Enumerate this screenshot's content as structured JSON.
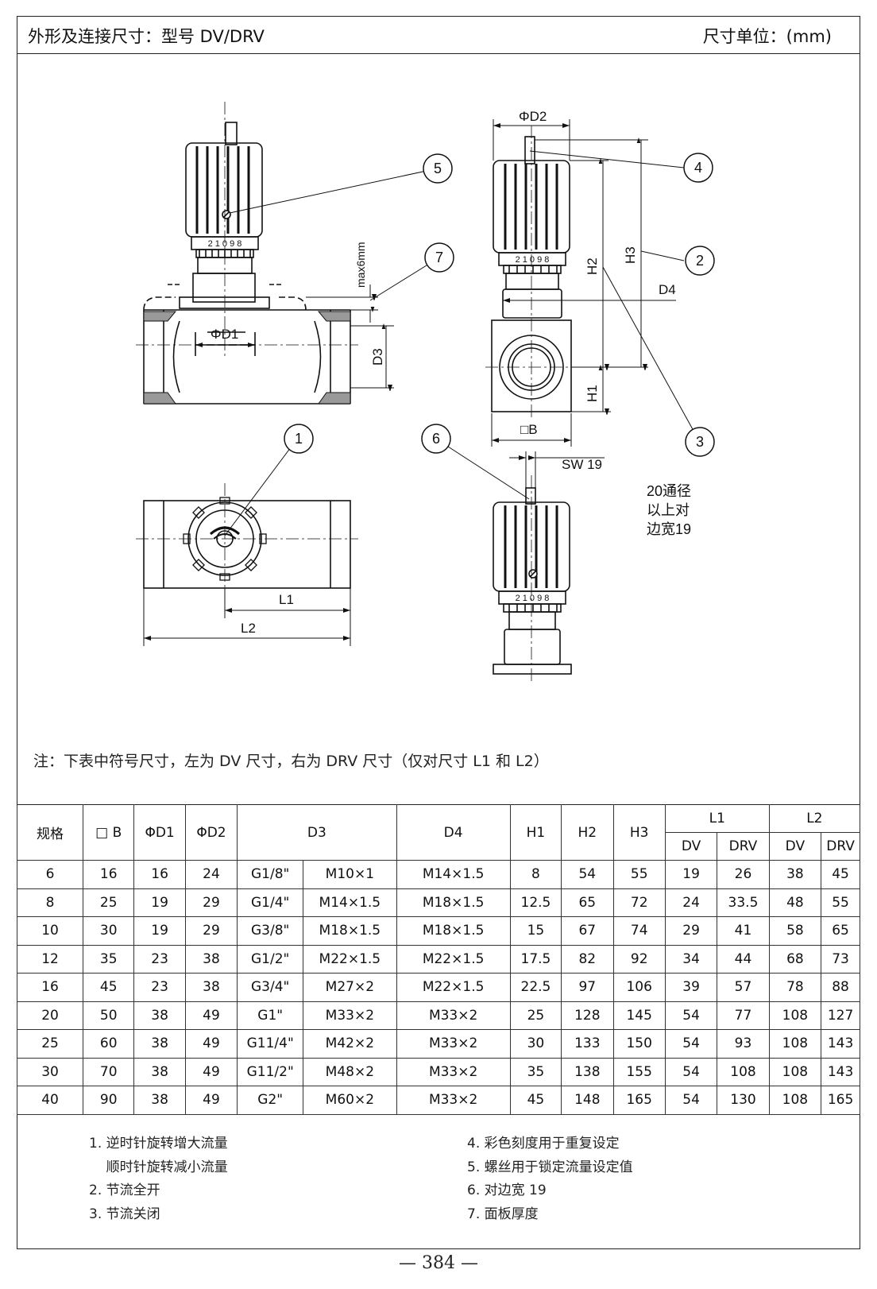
{
  "header": {
    "title": "外形及连接尺寸：型号 DV/DRV",
    "unit": "尺寸单位：(mm)"
  },
  "drawing": {
    "labels": {
      "phiD1": "ΦD1",
      "phiD2": "ΦD2",
      "D3": "D3",
      "D4": "D4",
      "H1": "H1",
      "H2": "H2",
      "H3": "H3",
      "B": "□B",
      "L1": "L1",
      "L2": "L2",
      "max6mm": "max6mm",
      "sw19": "SW 19"
    },
    "callouts": [
      "1",
      "2",
      "3",
      "4",
      "5",
      "6",
      "7"
    ],
    "side_note": [
      "20通径",
      "以上对",
      "边宽19"
    ],
    "scale_marks": "2 1 0 9 8"
  },
  "note": "注：下表中符号尺寸，左为 DV 尺寸，右为 DRV 尺寸（仅对尺寸 L1 和 L2）",
  "table": {
    "headers": {
      "spec": "规格",
      "B": "□ B",
      "D1": "ΦD1",
      "D2": "ΦD2",
      "D3": "D3",
      "D4": "D4",
      "H1": "H1",
      "H2": "H2",
      "H3": "H3",
      "L1": "L1",
      "L2": "L2",
      "DV": "DV",
      "DRV": "DRV"
    },
    "rows": [
      [
        "6",
        "16",
        "16",
        "24",
        "G1/8\"",
        "M10×1",
        "M14×1.5",
        "8",
        "54",
        "55",
        "19",
        "26",
        "38",
        "45"
      ],
      [
        "8",
        "25",
        "19",
        "29",
        "G1/4\"",
        "M14×1.5",
        "M18×1.5",
        "12.5",
        "65",
        "72",
        "24",
        "33.5",
        "48",
        "55"
      ],
      [
        "10",
        "30",
        "19",
        "29",
        "G3/8\"",
        "M18×1.5",
        "M18×1.5",
        "15",
        "67",
        "74",
        "29",
        "41",
        "58",
        "65"
      ],
      [
        "12",
        "35",
        "23",
        "38",
        "G1/2\"",
        "M22×1.5",
        "M22×1.5",
        "17.5",
        "82",
        "92",
        "34",
        "44",
        "68",
        "73"
      ],
      [
        "16",
        "45",
        "23",
        "38",
        "G3/4\"",
        "M27×2",
        "M22×1.5",
        "22.5",
        "97",
        "106",
        "39",
        "57",
        "78",
        "88"
      ],
      [
        "20",
        "50",
        "38",
        "49",
        "G1\"",
        "M33×2",
        "M33×2",
        "25",
        "128",
        "145",
        "54",
        "77",
        "108",
        "127"
      ],
      [
        "25",
        "60",
        "38",
        "49",
        "G11/4\"",
        "M42×2",
        "M33×2",
        "30",
        "133",
        "150",
        "54",
        "93",
        "108",
        "143"
      ],
      [
        "30",
        "70",
        "38",
        "49",
        "G11/2\"",
        "M48×2",
        "M33×2",
        "35",
        "138",
        "155",
        "54",
        "108",
        "108",
        "143"
      ],
      [
        "40",
        "90",
        "38",
        "49",
        "G2\"",
        "M60×2",
        "M33×2",
        "45",
        "148",
        "165",
        "54",
        "130",
        "108",
        "165"
      ]
    ]
  },
  "legend_left": [
    "1. 逆时针旋转增大流量",
    "    顺时针旋转减小流量",
    "2. 节流全开",
    "3. 节流关闭"
  ],
  "legend_right": [
    "4. 彩色刻度用于重复设定",
    "5. 螺丝用于锁定流量设定值",
    "6. 对边宽 19",
    "7. 面板厚度"
  ],
  "page_number": "— 384 —"
}
